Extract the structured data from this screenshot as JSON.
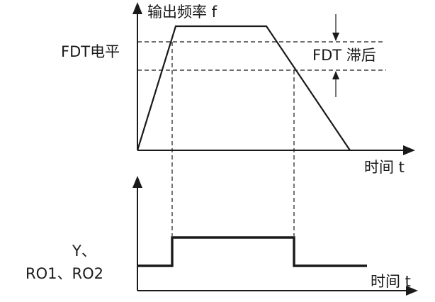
{
  "diagram": {
    "top_axis_label": "输出频率 f",
    "fdt_level_label": "FDT电平",
    "fdt_hysteresis_label": "FDT 滞后",
    "top_time_label": "时间 t",
    "output_label_line1": "Y、",
    "output_label_line2": "RO1、RO2",
    "bottom_time_label": "时间 t"
  }
}
